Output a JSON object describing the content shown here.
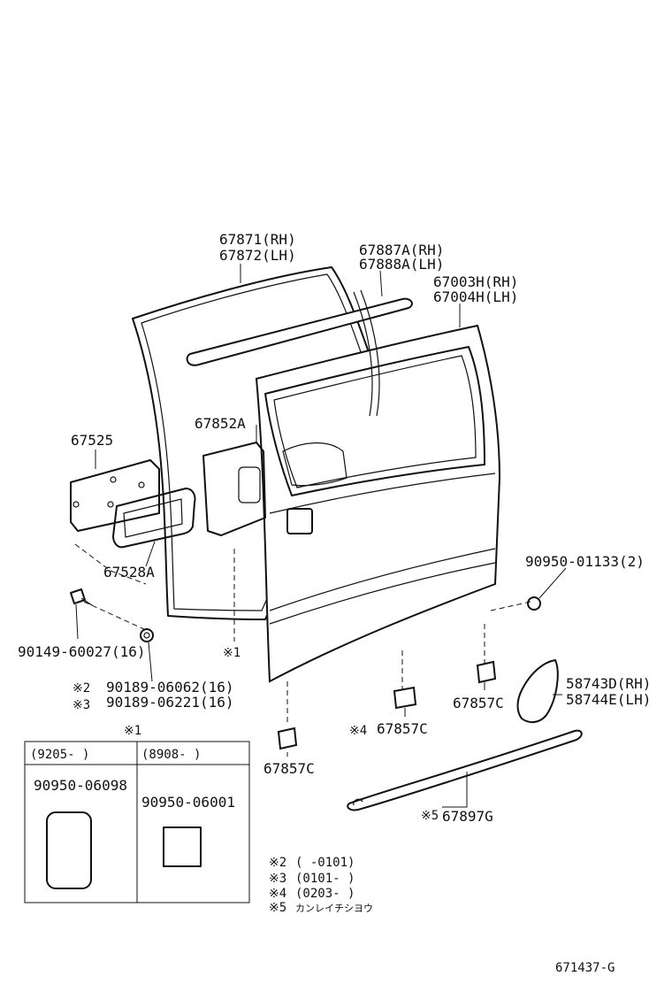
{
  "labels": {
    "p67871": "67871(RH)",
    "p67872": "67872(LH)",
    "p67887a": "67887A(RH)",
    "p67888a": "67888A(LH)",
    "p67003h": "67003H(RH)",
    "p67004h": "67004H(LH)",
    "p67852a": "67852A",
    "p67525": "67525",
    "p67528a": "67528A",
    "p90950_01133": "90950-01133(2)",
    "p90149": "90149-60027(16)",
    "note1_mark": "※1",
    "note2_mark": "※2",
    "note3_mark": "※3",
    "p90189_06062": "90189-06062(16)",
    "p90189_06221": "90189-06221(16)",
    "p58743d": "58743D(RH)",
    "p58744e": "58744E(LH)",
    "p67857c_a": "67857C",
    "p67857c_b": "67857C",
    "p67857c_c": "67857C",
    "note4_mark": "※4",
    "note5_mark": "※5",
    "p67897g": "67897G",
    "figure_id": "671437-G"
  },
  "inset": {
    "title_mark": "※1",
    "col1_header": "(9205-        )",
    "col2_header": "(8908-       )",
    "col1_part": "90950-06098",
    "col2_part": "90950-06001"
  },
  "notes": [
    {
      "mark": "※2",
      "text": "(      -0101)"
    },
    {
      "mark": "※3",
      "text": "(0101-      )"
    },
    {
      "mark": "※4",
      "text": "(0203-      )"
    },
    {
      "mark": "※5",
      "text": "カンレイチシヨウ"
    }
  ]
}
